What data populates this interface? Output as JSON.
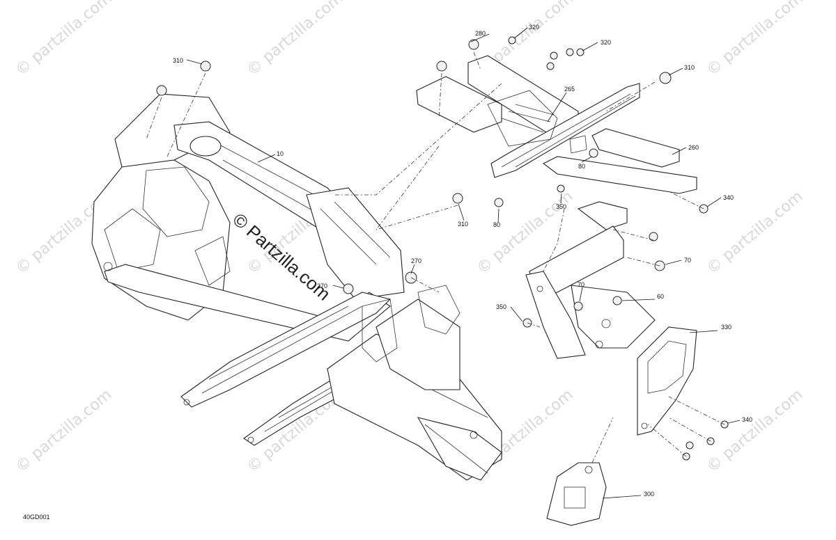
{
  "watermark": {
    "text": "© partzilla.com",
    "center_text": "© Partzilla.com"
  },
  "document_code": "40GD001",
  "callouts": [
    {
      "id": "c310a",
      "label": "310"
    },
    {
      "id": "c10",
      "label": "10"
    },
    {
      "id": "c280",
      "label": "280"
    },
    {
      "id": "c320a",
      "label": "320"
    },
    {
      "id": "c320b",
      "label": "320"
    },
    {
      "id": "c310b",
      "label": "310"
    },
    {
      "id": "c265",
      "label": "265"
    },
    {
      "id": "c260",
      "label": "260"
    },
    {
      "id": "c80a",
      "label": "80"
    },
    {
      "id": "c340a",
      "label": "340"
    },
    {
      "id": "c350a",
      "label": "350"
    },
    {
      "id": "c310c",
      "label": "310"
    },
    {
      "id": "c80b",
      "label": "80"
    },
    {
      "id": "c70a",
      "label": "70"
    },
    {
      "id": "c270a",
      "label": "270"
    },
    {
      "id": "c270b",
      "label": "270"
    },
    {
      "id": "c70b",
      "label": "70"
    },
    {
      "id": "c60",
      "label": "60"
    },
    {
      "id": "c350b",
      "label": "350"
    },
    {
      "id": "c330",
      "label": "330"
    },
    {
      "id": "c340b",
      "label": "340"
    },
    {
      "id": "c300",
      "label": "300"
    }
  ]
}
